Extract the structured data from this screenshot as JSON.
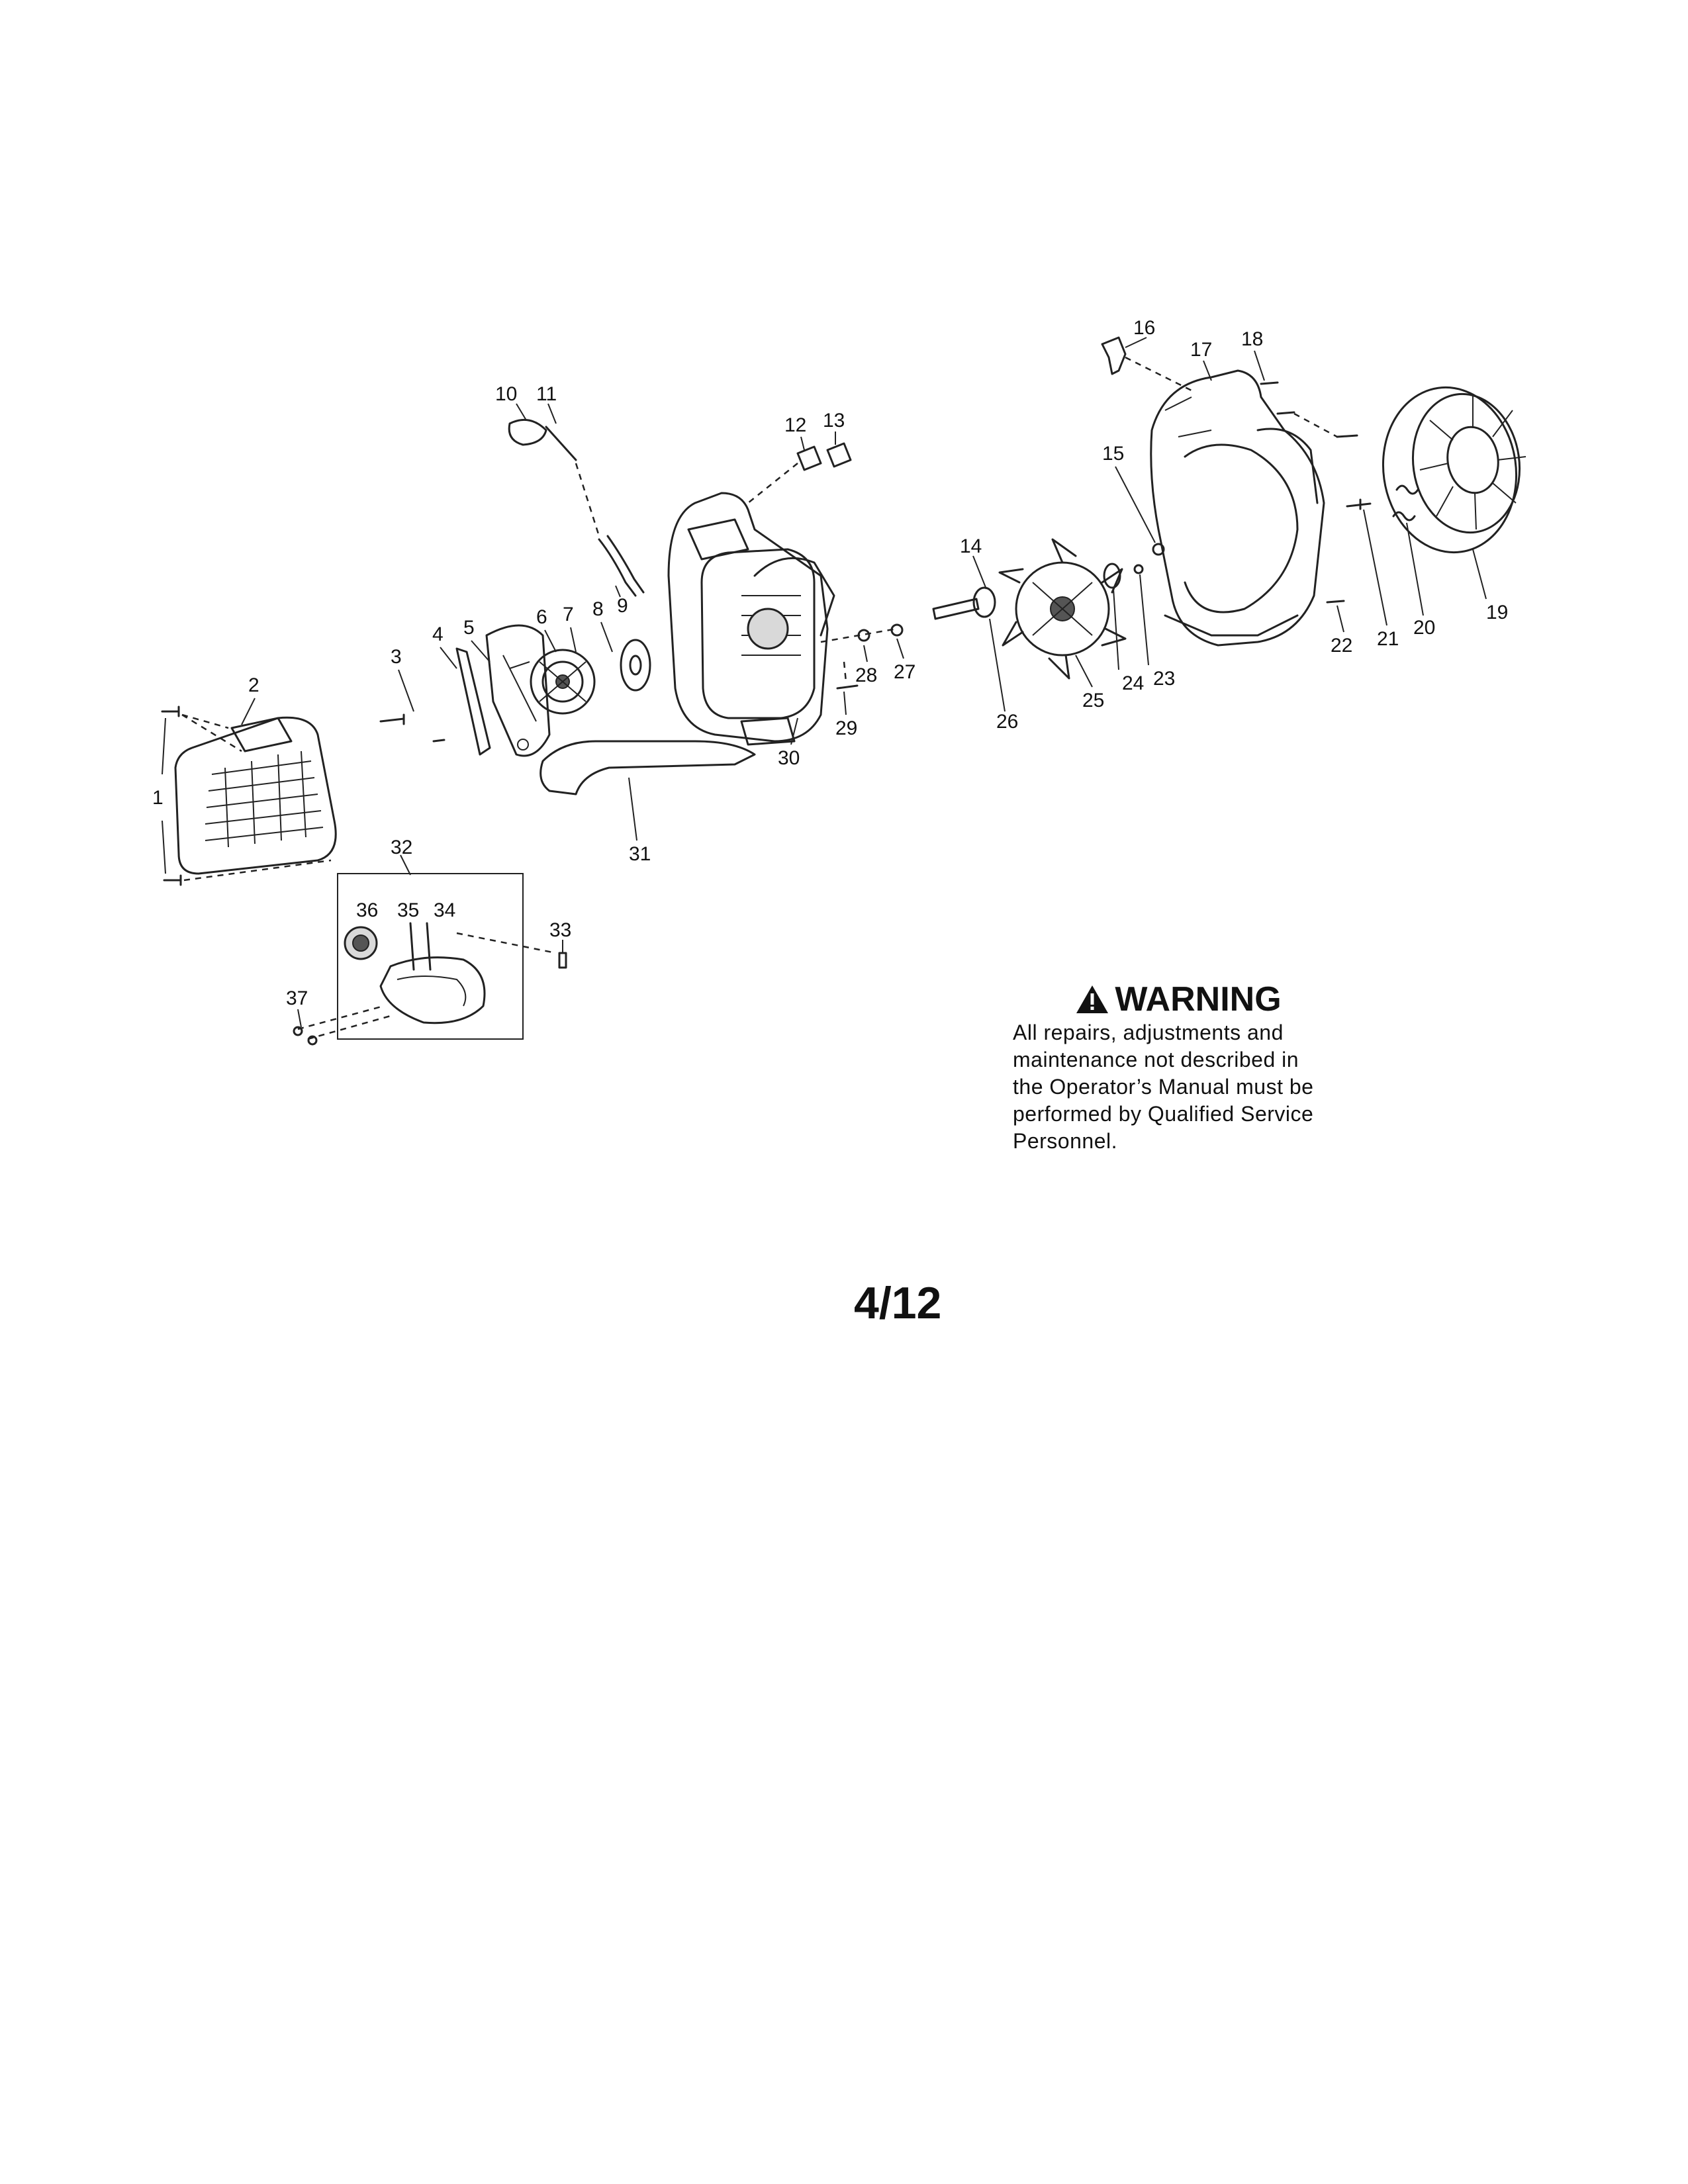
{
  "warning": {
    "title": "WARNING",
    "text": "All repairs, adjustments and\nmaintenance not described in\nthe Operator’s Manual must be\nperformed by Qualified Service\nPersonnel."
  },
  "page_number": "4/12",
  "callouts": {
    "c1": "1",
    "c2": "2",
    "c3": "3",
    "c4": "4",
    "c5": "5",
    "c6": "6",
    "c7": "7",
    "c8": "8",
    "c9": "9",
    "c10": "10",
    "c11": "11",
    "c12": "12",
    "c13": "13",
    "c14": "14",
    "c15": "15",
    "c16": "16",
    "c17": "17",
    "c18": "18",
    "c19": "19",
    "c20": "20",
    "c21": "21",
    "c22": "22",
    "c23": "23",
    "c24": "24",
    "c25": "25",
    "c26": "26",
    "c27": "27",
    "c28": "28",
    "c29": "29",
    "c30": "30",
    "c31": "31",
    "c32": "32",
    "c33": "33",
    "c34": "34",
    "c35": "35",
    "c36": "36",
    "c37": "37"
  }
}
